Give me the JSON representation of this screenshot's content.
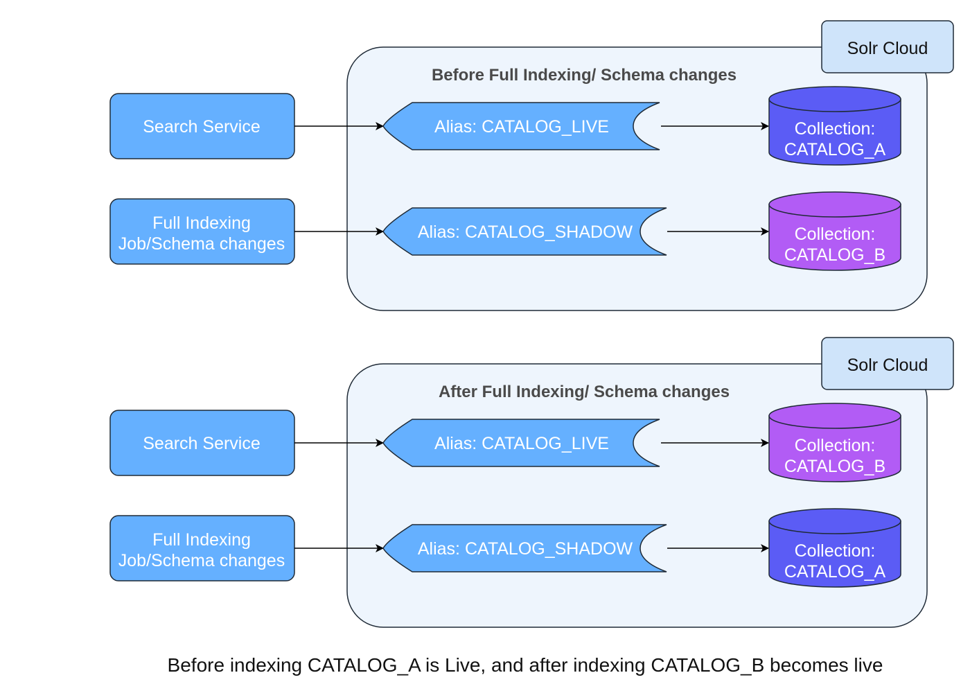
{
  "caption": "Before indexing CATALOG_A is Live, and after indexing CATALOG_B becomes live",
  "colors": {
    "client_box": "#65b0ff",
    "alias_shape": "#65b0ff",
    "cloud_panel": "#eef5fd",
    "cloud_tag": "#cfe4fa",
    "collection_a": "#5b5cf5",
    "collection_b": "#b25cf5",
    "stroke": "#1f2a36"
  },
  "panels": [
    {
      "cloud_label": "Solr Cloud",
      "title": "Before Full Indexing/ Schema changes",
      "rows": [
        {
          "client": {
            "line1": "Search Service",
            "line2": ""
          },
          "alias": "Alias: CATALOG_LIVE",
          "collection": {
            "line1": "Collection:",
            "line2": "CATALOG_A",
            "color_key": "collection_a"
          }
        },
        {
          "client": {
            "line1": "Full Indexing",
            "line2": "Job/Schema changes"
          },
          "alias": "Alias: CATALOG_SHADOW",
          "collection": {
            "line1": "Collection:",
            "line2": "CATALOG_B",
            "color_key": "collection_b"
          }
        }
      ]
    },
    {
      "cloud_label": "Solr Cloud",
      "title": "After Full Indexing/ Schema changes",
      "rows": [
        {
          "client": {
            "line1": "Search Service",
            "line2": ""
          },
          "alias": "Alias: CATALOG_LIVE",
          "collection": {
            "line1": "Collection:",
            "line2": "CATALOG_B",
            "color_key": "collection_b"
          }
        },
        {
          "client": {
            "line1": "Full Indexing",
            "line2": "Job/Schema changes"
          },
          "alias": "Alias: CATALOG_SHADOW",
          "collection": {
            "line1": "Collection:",
            "line2": "CATALOG_A",
            "color_key": "collection_a"
          }
        }
      ]
    }
  ]
}
